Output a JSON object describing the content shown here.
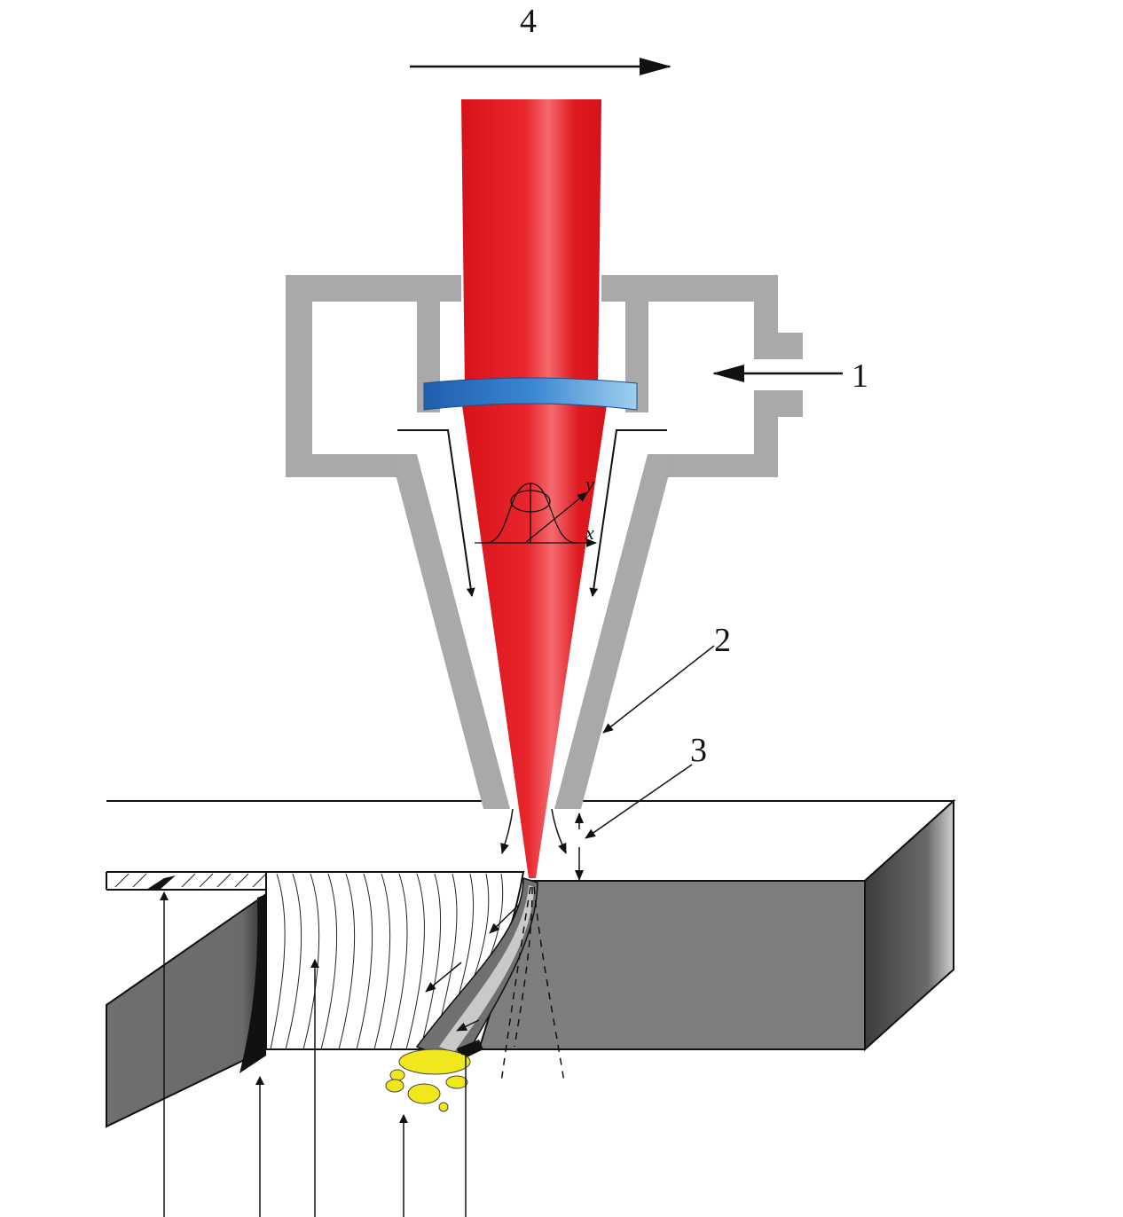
{
  "labels": {
    "assist_gas_inlet": "1",
    "nozzle": "2",
    "standoff_distance": "3",
    "cutting_direction": "4",
    "beam_profile_axis_y": "y",
    "beam_profile_axis_x": "x"
  },
  "colors": {
    "laser_beam": "#e01a22",
    "laser_beam_highlight": "#f46a6e",
    "focusing_lens": "#2f78c4",
    "nozzle_body": "#a9a9a9",
    "workpiece_face": "#7d7e80",
    "workpiece_side": "#4a4a4c",
    "molten_droplets": "#f0e81c",
    "kerf_wall": "#ffffff",
    "line": "#111111"
  }
}
